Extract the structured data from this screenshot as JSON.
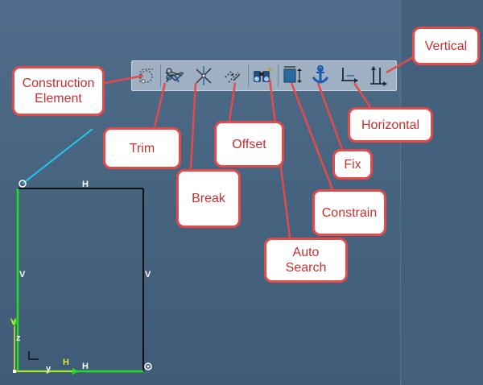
{
  "toolbar": {
    "buttons": [
      {
        "name": "construction-element-icon"
      },
      {
        "name": "trim-icon"
      },
      {
        "name": "break-icon"
      },
      {
        "name": "offset-icon"
      },
      {
        "name": "auto-search-icon"
      },
      {
        "name": "constrain-icon"
      },
      {
        "name": "fix-icon"
      },
      {
        "name": "horizontal-icon"
      },
      {
        "name": "vertical-icon"
      }
    ]
  },
  "callouts": {
    "construction_line1": "Construction",
    "construction_line2": "Element",
    "trim": "Trim",
    "break": "Break",
    "offset": "Offset",
    "auto_search_line1": "Auto",
    "auto_search_line2": "Search",
    "constrain": "Constrain",
    "fix": "Fix",
    "horizontal": "Horizontal",
    "vertical": "Vertical"
  },
  "sketch": {
    "top_constraint": "H",
    "bottom_constraint": "H",
    "left_constraint": "V",
    "right_constraint": "V",
    "axis_z": "z",
    "axis_y": "y",
    "axis_h": "H",
    "axis_v": "V"
  },
  "colors": {
    "callout_border": "#e34a4a",
    "callout_text": "#c83030",
    "construction_line": "#22c7f0",
    "axis_green": "#22dd22",
    "axis_yellow": "#e6e633"
  }
}
